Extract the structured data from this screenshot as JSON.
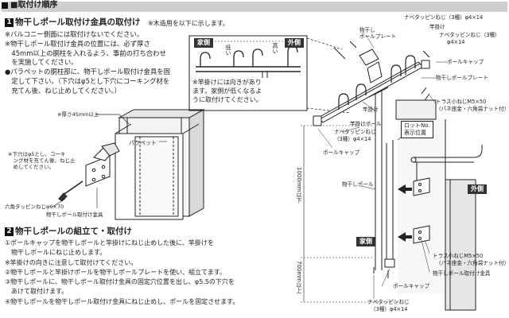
{
  "header": {
    "title": "■取付け順序"
  },
  "section1": {
    "num": "1",
    "title": "物干しポール取付け金具の取付け",
    "note": "※木造用を以下に示します。",
    "lines": [
      "※バルコニー側面には取付けないでください。",
      "※物干しポール取付け金具の位置には、必ず厚さ",
      "　45mm以上の胴柱を入れるよう、事前の打ち合わせ",
      "　を実施してください。",
      "●パラペットの胴柱部に、物干しポール取付け金具を固",
      "　定して下さい。（下穴はφ5とし下穴にコーキング材を",
      "　充てん後、ねじ止めしてください。）"
    ]
  },
  "detail": {
    "thickness": "※厚さ45mm以上",
    "parapet": "パラペット",
    "hole_note": [
      "※下穴はφ5とし、コーキ",
      "　ング材を充てん後、ねじ止",
      "　めしてください。"
    ],
    "screw": "六角タッピンねじφ6×70",
    "bracket": "物干しポール取付け金具"
  },
  "orient": {
    "home": "家側",
    "low": "低い",
    "high": "高い",
    "out": "外側",
    "note": [
      "※竿掛けには向きがあり",
      "ます。家側が低くなるよ",
      "うに取付けてください。"
    ]
  },
  "section2": {
    "num": "2",
    "title": "物干しポールの組立て・取付け",
    "lines": [
      "①ポールキャップを物干しポールと竿掛けにねじ止めした後に、竿掛けを",
      "　物干しポールにねじ止めします。",
      "※竿掛けの向きに注意して取付けてください。",
      "②物干しポールと竿掛けポールを物干しポールプレートを使い、組立てます。",
      "③物干しポールに、物干しポール取付け金具の固定穴位置を出し、φ5.5の下穴を",
      "　あけて取付けます。",
      "④物干しポールを物干しポール取付け金具にねじ止めし、ポールを固定させます。"
    ]
  },
  "assembly": {
    "label_pole_plate_top": "物干し",
    "label_pole_plate_top2": "ポールプレート",
    "label_nabe_top": "ナベタッピンねじ（3種）φ4×14",
    "label_saokake_top": "竿掛け",
    "label_nabe_right1": "ナベタッピンねじ（3種）",
    "label_nabe_right2": "φ4×14",
    "label_cap_right": "ポールキャップ",
    "label_plate_right": "物干しポールプレート",
    "label_truss1": "トラス小ねじM5×50",
    "label_truss1b": "（パネ座金・六角袋ナット付）",
    "label_saokake_mid": "竿掛け",
    "label_saokake_pole": "竿掛けポール",
    "label_nabe_mid1": "ナベタッピンねじ",
    "label_nabe_mid2": "（3種）φ4×14",
    "label_cap_mid": "ポールキャップ",
    "lot1": "ロットNo.",
    "lot2": "表示位置",
    "out_tag": "外側",
    "home_tag": "家側",
    "label_pole": "物干しポール",
    "dim_1000": "1000mm以下",
    "dim_700": "700mm以上",
    "label_truss2": "トラス小ねじM5×50",
    "label_truss2b": "（パネ座金・六角袋ナット付）",
    "label_bracket2": "物干しポール取付け金具",
    "label_cap_bottom": "ポールキャップ",
    "label_nabe_bottom1": "ナベタッピンねじ",
    "label_nabe_bottom2": "（3種）φ4×14"
  }
}
